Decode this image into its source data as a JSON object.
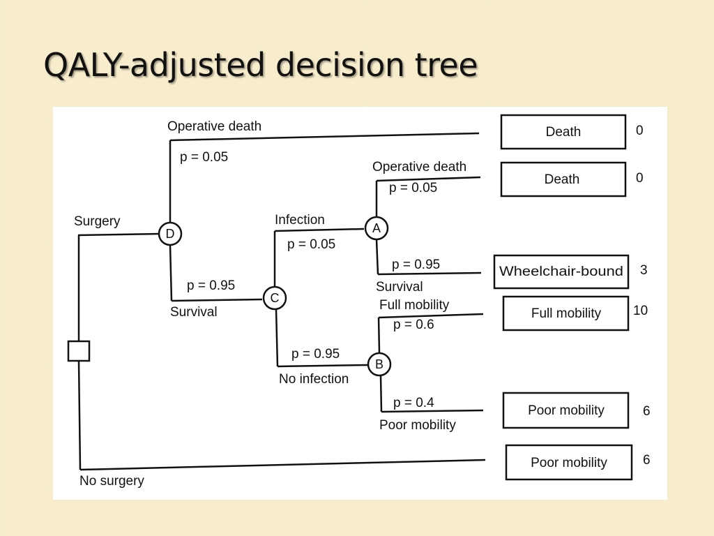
{
  "title": "QALY-adjusted decision tree",
  "tree": {
    "root_labels": {
      "surgery": "Surgery",
      "no_surgery": "No surgery"
    },
    "nodes": {
      "d": "D",
      "c": "C",
      "a": "A",
      "b": "B"
    },
    "branches": {
      "operative_death_1": {
        "label": "Operative death",
        "p": "p = 0.05"
      },
      "survival_1": {
        "label": "Survival",
        "p": "p = 0.95"
      },
      "infection": {
        "label": "Infection",
        "p": "p = 0.05"
      },
      "no_infection": {
        "label": "No infection",
        "p": "p = 0.95"
      },
      "operative_death_2": {
        "label": "Operative death",
        "p": "p = 0.05"
      },
      "survival_2": {
        "label": "Survival",
        "p": "p = 0.95"
      },
      "full_mobility": {
        "label": "Full mobility",
        "p": "p = 0.6"
      },
      "poor_mobility": {
        "label": "Poor mobility",
        "p": "p = 0.4"
      }
    },
    "outcomes": [
      {
        "label": "Death",
        "value": "0"
      },
      {
        "label": "Death",
        "value": "0"
      },
      {
        "label": "Wheelchair-bound",
        "value": "3"
      },
      {
        "label": "Full mobility",
        "value": "10"
      },
      {
        "label": "Poor mobility",
        "value": "6"
      },
      {
        "label": "Poor mobility",
        "value": "6"
      }
    ]
  }
}
